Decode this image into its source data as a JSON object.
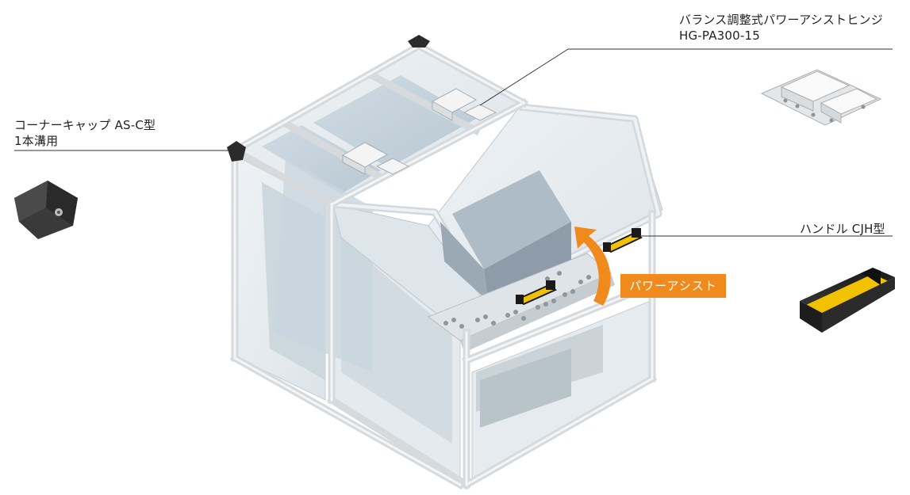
{
  "labels": {
    "corner_cap_line1": "コーナーキャップ AS-C型",
    "corner_cap_line2": "1本溝用",
    "hinge_line1": "バランス調整式パワーアシストヒンジ",
    "hinge_line2": "HG-PA300-15",
    "handle": "ハンドル CJH型",
    "power_assist": "パワーアシスト"
  },
  "colors": {
    "accent": "#f08a1c",
    "handle_yellow": "#f2c200",
    "frame": "#d9dde1",
    "glass": "#c6d3dc",
    "dark": "#2b2b2b"
  },
  "icons": {
    "corner_cap": "corner-cap-icon",
    "hinge": "hinge-icon",
    "handle": "handle-icon",
    "arrow": "curved-arrow-icon"
  }
}
